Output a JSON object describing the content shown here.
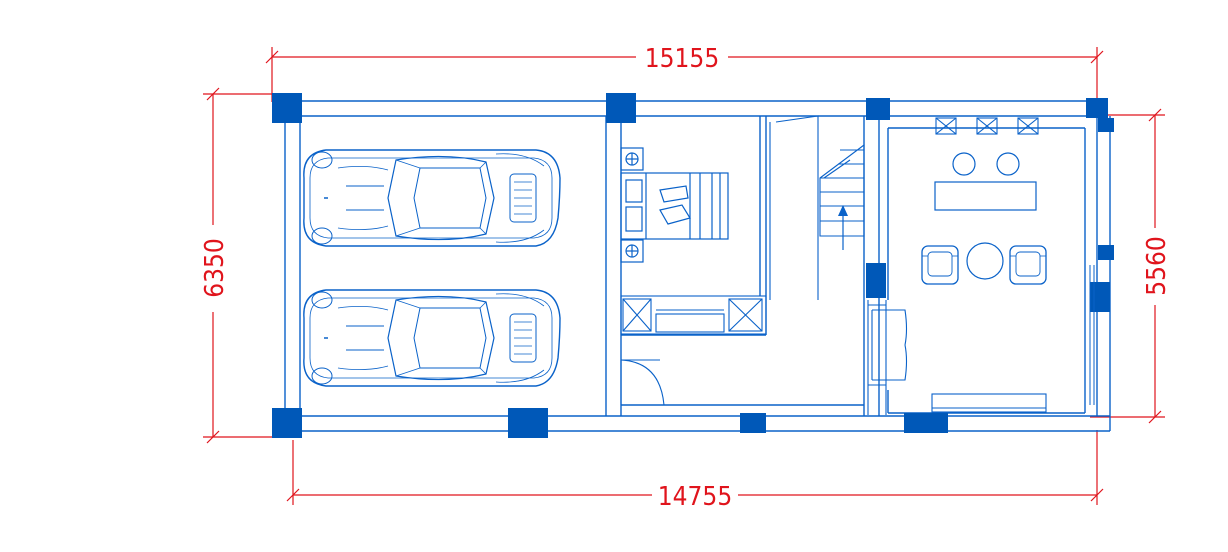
{
  "colors": {
    "wall": "#0a62c9",
    "column": "#0058b8",
    "dimension": "#e0141c",
    "background": "#ffffff"
  },
  "dimensions": {
    "top": "15155",
    "bottom": "14755",
    "left": "6350",
    "right": "5560"
  },
  "icons": [
    "car-icon",
    "bed-icon",
    "stair-arrow-icon",
    "armchair-icon",
    "door-swing-icon"
  ]
}
